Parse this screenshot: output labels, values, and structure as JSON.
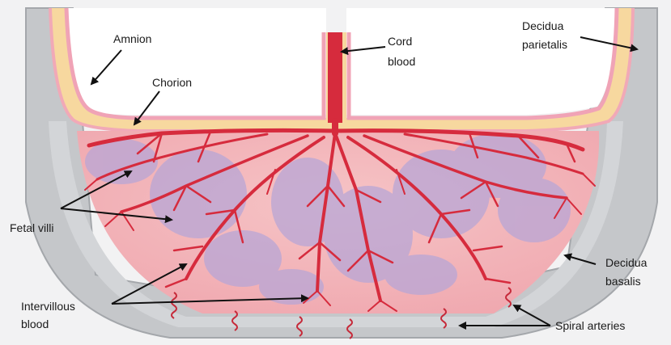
{
  "labels": {
    "amnion": "Amnion",
    "chorion": "Chorion",
    "cord_1": "Cord",
    "cord_2": "blood",
    "decidua_parietalis_1": "Decidua",
    "decidua_parietalis_2": "parietalis",
    "fetal_villi": "Fetal villi",
    "decidua_basalis_1": "Decidua",
    "decidua_basalis_2": "basalis",
    "intervillous_1": "Intervillous",
    "intervillous_2": "blood",
    "spiral_arteries": "Spiral arteries"
  },
  "colors": {
    "background": "#f2f2f3",
    "decidua": "#c3c5c8",
    "decidua_edge": "#9b9ea3",
    "amnion": "#f0a4b6",
    "chorion": "#f7d79e",
    "intervillous": "#f3b9bd",
    "villi_purple": "#b9a7d6",
    "vessel": "#d92d3f",
    "arrow": "#111111"
  }
}
